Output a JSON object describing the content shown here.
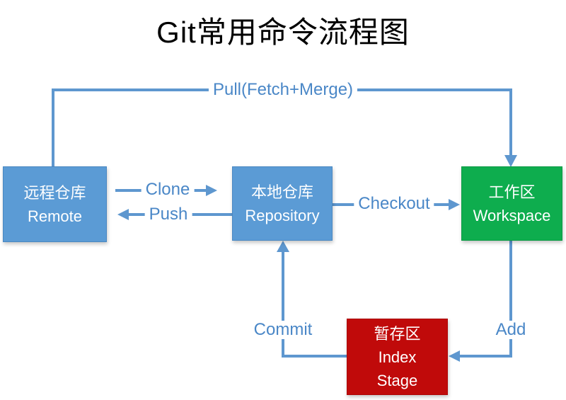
{
  "title": "Git常用命令流程图",
  "colors": {
    "node_blue": "#5B9BD5",
    "node_green": "#0EAD4E",
    "node_red": "#C00A0A",
    "connector": "#5E97CF",
    "edge_label": "#4A87C7",
    "title_color": "#000000"
  },
  "nodes": {
    "remote": {
      "label_zh": "远程仓库",
      "label_en": "Remote"
    },
    "repository": {
      "label_zh": "本地仓库",
      "label_en": "Repository"
    },
    "workspace": {
      "label_zh": "工作区",
      "label_en": "Workspace"
    },
    "index_stage": {
      "label_zh": "暂存区",
      "label_en_1": "Index",
      "label_en_2": "Stage"
    }
  },
  "edges": {
    "pull": {
      "label": "Pull(Fetch+Merge)"
    },
    "clone": {
      "label": "Clone"
    },
    "push": {
      "label": "Push"
    },
    "checkout": {
      "label": "Checkout"
    },
    "commit": {
      "label": "Commit"
    },
    "add": {
      "label": "Add"
    }
  }
}
